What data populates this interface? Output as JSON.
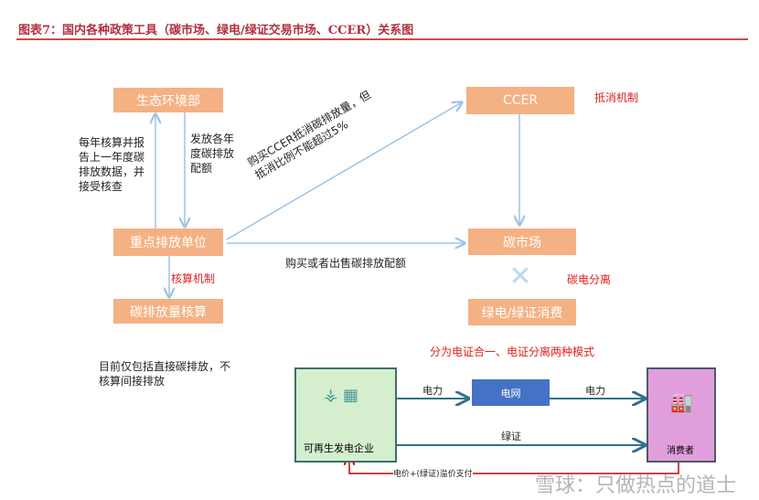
{
  "title": "图表7：国内各种政策工具（碳市场、绿电/绿证交易市场、CCER）关系图",
  "nodes": {
    "ministry": "生态环境部",
    "emitter": "重点排放单位",
    "accounting": "碳排放量核算",
    "ccer": "CCER",
    "carbon_market": "碳市场",
    "green": "绿电/绿证消费",
    "grid": "电网",
    "producer": "可再生发电企业",
    "consumer": "消费者"
  },
  "labels": {
    "report": "每年核算并报告上一年度碳排放数据，并接受核查",
    "allocate": "发放各年度碳排放配额",
    "ccer_buy": "购买CCER抵消碳排放量，但抵消比例不能超过5%",
    "trade": "购买或者出售碳排放配额",
    "direct": "目前仅包括直接碳排放，不核算间接排放",
    "power1": "电力",
    "power2": "电力",
    "cert": "绿证",
    "payment": "电价+(绿证)溢价支付"
  },
  "red_labels": {
    "offset": "抵消机制",
    "accounting_mech": "核算机制",
    "decouple": "碳电分离",
    "modes": "分为电证合一、电证分离两种模式"
  },
  "watermark": "雪球：只做热点的道士"
}
